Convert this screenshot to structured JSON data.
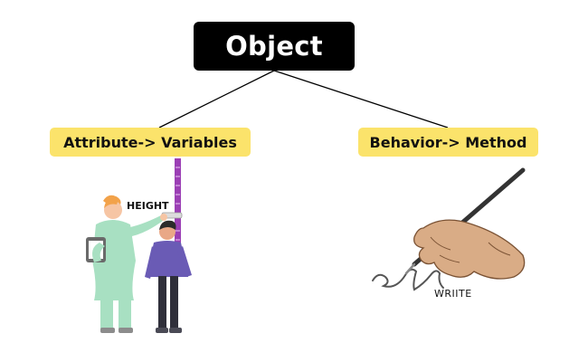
{
  "diagram": {
    "root": {
      "label": "Object"
    },
    "branches": [
      {
        "label": "Attribute-> Variables"
      },
      {
        "label": "Behavior-> Method"
      }
    ]
  },
  "illustrations": {
    "height": {
      "label": "HEIGHT"
    },
    "write": {
      "label": "WRIITE"
    }
  },
  "colors": {
    "root_bg": "#000000",
    "root_text": "#ffffff",
    "branch_bg": "#fbe36b",
    "connector": "#000000"
  }
}
